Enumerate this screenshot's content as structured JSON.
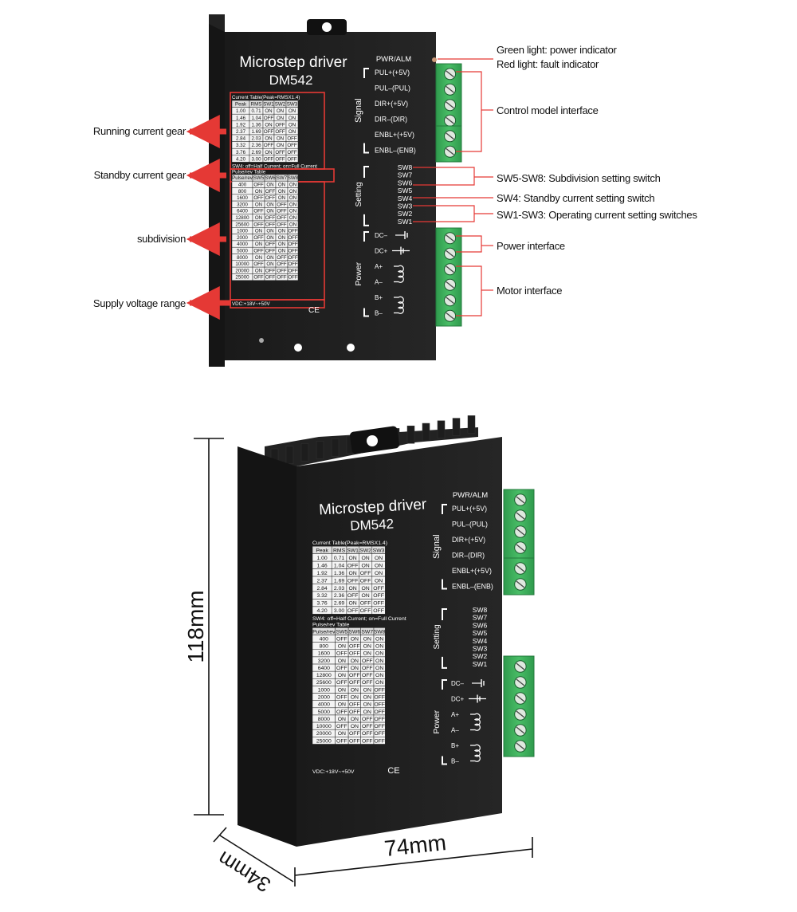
{
  "driver": {
    "title": "Microstep driver",
    "model": "DM542",
    "pwr_alm": "PWR/ALM",
    "signal_label": "Signal",
    "setting_label": "Setting",
    "power_label": "Power",
    "signal_pins": [
      "PUL+(+5V)",
      "PUL–(PUL)",
      "DIR+(+5V)",
      "DIR–(DIR)",
      "ENBL+(+5V)",
      "ENBL–(ENB)"
    ],
    "switches": [
      "SW8",
      "SW7",
      "SW6",
      "SW5",
      "SW4",
      "SW3",
      "SW2",
      "SW1"
    ],
    "power_pins": [
      "DC–",
      "DC+",
      "A+",
      "A–",
      "B+",
      "B–"
    ],
    "ce_mark": "CE",
    "current_table": {
      "title": "Current Table(Peak=RMSX1.4)",
      "headers": [
        "Peak",
        "RMS",
        "SW1",
        "SW2",
        "SW3"
      ],
      "rows": [
        [
          "1.00",
          "0.71",
          "ON",
          "ON",
          "ON"
        ],
        [
          "1.46",
          "1.04",
          "OFF",
          "ON",
          "ON"
        ],
        [
          "1.92",
          "1.36",
          "ON",
          "OFF",
          "ON"
        ],
        [
          "2.37",
          "1.69",
          "OFF",
          "OFF",
          "ON"
        ],
        [
          "2.84",
          "2.03",
          "ON",
          "ON",
          "OFF"
        ],
        [
          "3.32",
          "2.36",
          "OFF",
          "ON",
          "OFF"
        ],
        [
          "3.76",
          "2.69",
          "ON",
          "OFF",
          "OFF"
        ],
        [
          "4.20",
          "3.00",
          "OFF",
          "OFF",
          "OFF"
        ]
      ]
    },
    "sw4_note": "SW4: off=Half Current; on=Full Current",
    "pulse_table": {
      "title": "Pulse/rev Table",
      "headers": [
        "Pulse/rev",
        "SW5",
        "SW6",
        "SW7",
        "SW8"
      ],
      "rows": [
        [
          "400",
          "OFF",
          "ON",
          "ON",
          "ON"
        ],
        [
          "800",
          "ON",
          "OFF",
          "ON",
          "ON"
        ],
        [
          "1600",
          "OFF",
          "OFF",
          "ON",
          "ON"
        ],
        [
          "3200",
          "ON",
          "ON",
          "OFF",
          "ON"
        ],
        [
          "6400",
          "OFF",
          "ON",
          "OFF",
          "ON"
        ],
        [
          "12800",
          "ON",
          "OFF",
          "OFF",
          "ON"
        ],
        [
          "25600",
          "OFF",
          "OFF",
          "OFF",
          "ON"
        ],
        [
          "1000",
          "ON",
          "ON",
          "ON",
          "OFF"
        ],
        [
          "2000",
          "OFF",
          "ON",
          "ON",
          "OFF"
        ],
        [
          "4000",
          "ON",
          "OFF",
          "ON",
          "OFF"
        ],
        [
          "5000",
          "OFF",
          "OFF",
          "ON",
          "OFF"
        ],
        [
          "8000",
          "ON",
          "ON",
          "OFF",
          "OFF"
        ],
        [
          "10000",
          "OFF",
          "ON",
          "OFF",
          "OFF"
        ],
        [
          "20000",
          "ON",
          "OFF",
          "OFF",
          "OFF"
        ],
        [
          "25000",
          "OFF",
          "OFF",
          "OFF",
          "OFF"
        ]
      ]
    },
    "vdc": "VDC:+18V~+50V"
  },
  "annotations": {
    "left": {
      "running": "Running current gear",
      "standby": "Standby current gear",
      "subdivision": "subdivision",
      "supply": "Supply voltage range"
    },
    "right": {
      "green": "Green light: power indicator",
      "red": "Red light: fault indicator",
      "control": "Control model interface",
      "sw58": "SW5-SW8: Subdivision setting switch",
      "sw4": "SW4: Standby current setting switch",
      "sw13": "SW1-SW3: Operating current setting switches",
      "power": "Power interface",
      "motor": "Motor interface"
    },
    "colors": {
      "accent": "#e53935",
      "terminal": "#3fae5b",
      "body": "#1b1b1b"
    }
  },
  "dimensions": {
    "height": "118mm",
    "width": "74mm",
    "depth": "34mm"
  }
}
